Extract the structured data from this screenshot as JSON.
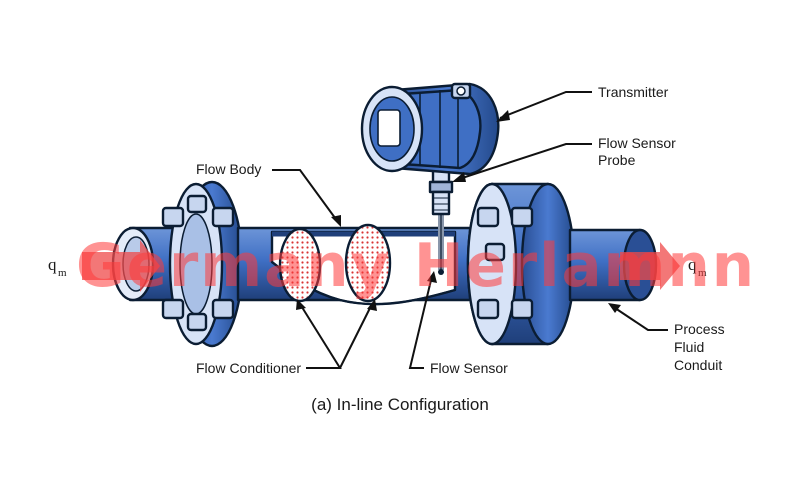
{
  "labels": {
    "transmitter": "Transmitter",
    "flow_sensor_probe_line1": "Flow Sensor",
    "flow_sensor_probe_line2": "Probe",
    "flow_body": "Flow Body",
    "flow_conditioner": "Flow Conditioner",
    "flow_sensor": "Flow Sensor",
    "process_line1": "Process",
    "process_line2": "Fluid",
    "process_line3": "Conduit"
  },
  "flow_symbol": {
    "base": "q",
    "subscript": "m"
  },
  "caption": "(a) In-line Configuration",
  "watermark": "Germany Herlamnn",
  "colors": {
    "pipe_blue": "#3f6fc4",
    "pipe_dark": "#1f3f7a",
    "flange_light": "#d7e3f7",
    "outline": "#0b1d33",
    "arrow_red": "#ef4a4a",
    "watermark_red": "#ff3b3b"
  }
}
